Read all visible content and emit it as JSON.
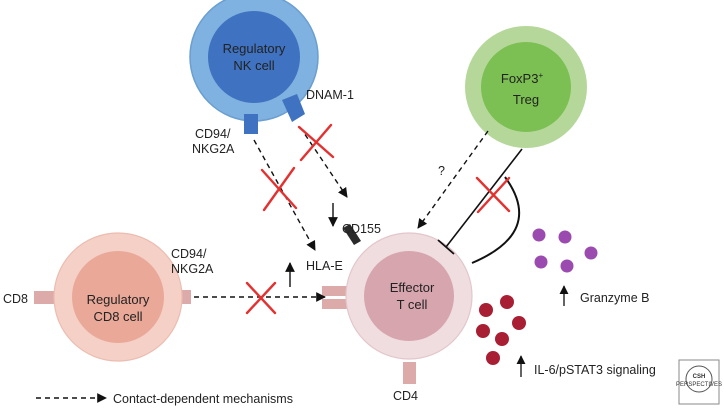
{
  "cells": {
    "nk": {
      "line1": "Regulatory",
      "line2": "NK cell"
    },
    "cd8": {
      "line1": "Regulatory",
      "line2": "CD8 cell"
    },
    "treg": {
      "line1": "FoxP3",
      "superscript": "+",
      "line2": "Treg"
    },
    "effector": {
      "line1": "Effector",
      "line2": "T cell"
    }
  },
  "labels": {
    "dnam1": "DNAM-1",
    "cd94_nk_1": "CD94/",
    "cd94_nk_2": "NKG2A",
    "cd94_cd8_1": "CD94/",
    "cd94_cd8_2": "NKG2A",
    "cd155": "CD155",
    "hla_e": "HLA-E",
    "question": "?",
    "cd8_marker": "CD8",
    "cd4_marker": "CD4",
    "granzyme": "Granzyme B",
    "il6": "IL-6/pSTAT3 signaling"
  },
  "legend": {
    "text": "Contact-dependent mechanisms"
  },
  "logo": {
    "line1": "CSH",
    "line2": "PERSPECTIVES"
  },
  "colors": {
    "nk_outer": "#7fb2e0",
    "nk_inner": "#3f72c0",
    "treg_outer": "#b5d89a",
    "treg_inner": "#7cbf52",
    "cd8_outer": "#f5d0c6",
    "cd8_inner": "#eaa898",
    "eff_outer": "#f0dde0",
    "eff_inner": "#d7a5ae",
    "receptor_nk": "#3f72c0",
    "receptor_pink": "#dcaaa8",
    "cross": "#e53030",
    "granzyme_dot": "#9b4ab0",
    "il6_dot": "#a81e32"
  }
}
